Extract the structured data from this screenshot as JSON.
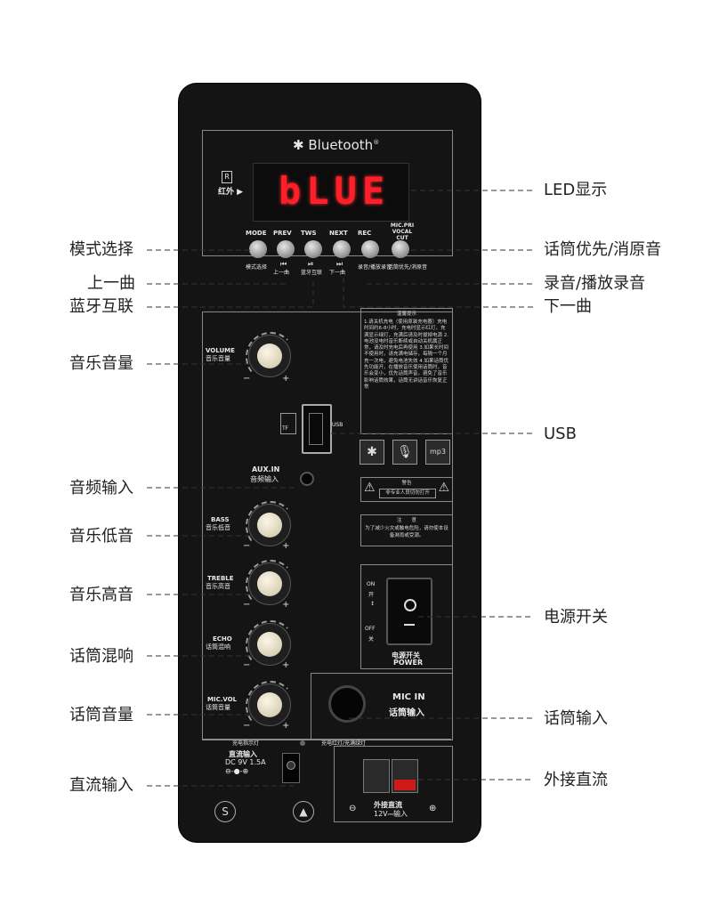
{
  "callouts_left": {
    "mode_select": "模式选择",
    "prev": "上一曲",
    "tws": "蓝牙互联",
    "music_volume": "音乐音量",
    "aux_in": "音频输入",
    "bass": "音乐低音",
    "treble": "音乐高音",
    "echo": "话筒混响",
    "mic_volume": "话筒音量",
    "dc_in": "直流输入"
  },
  "callouts_right": {
    "led": "LED显示",
    "vocal_cut": "话筒优先/消原音",
    "rec_play": "录音/播放录音",
    "next": "下一曲",
    "usb": "USB",
    "power_switch": "电源开关",
    "mic_in": "话筒输入",
    "ext_dc": "外接直流"
  },
  "panel": {
    "bluetooth_brand": "Bluetooth",
    "registered": "®",
    "ir_label": "红外 ▶",
    "led_text": "bLUE",
    "buttons": [
      {
        "top": "MODE",
        "bottom": "模式选择",
        "icon": ""
      },
      {
        "top": "PREV",
        "bottom": "上一曲",
        "icon": "⏮"
      },
      {
        "top": "TWS",
        "bottom": "蓝牙互联",
        "icon": "⏯"
      },
      {
        "top": "NEXT",
        "bottom": "下一曲",
        "icon": "⏭"
      },
      {
        "top": "REC",
        "bottom": "录音/播放录音",
        "icon": ""
      },
      {
        "top": "MIC.PRI VOCAL CUT",
        "bottom": "话筒优先/消原音",
        "icon": ""
      }
    ],
    "volume_en": "VOLUME",
    "volume_cn": "音乐音量",
    "aux_en": "AUX.IN",
    "aux_cn": "音频输入",
    "bass_en": "BASS",
    "bass_cn": "音乐低音",
    "treble_en": "TREBLE",
    "treble_cn": "音乐高音",
    "echo_en": "ECHO",
    "echo_cn": "话筒混响",
    "micvol_en": "MIC.VOL",
    "micvol_cn": "话筒音量",
    "minus": "−",
    "plus": "+",
    "notice_title": "温馨提示",
    "notice_body": "1.请关机充电（使用原装充电器）充电时间约6-8小时，充电时显示红灯，充满显示绿灯，充满后请及时拔掉电源 2.电池没电时音乐断续或自动关机属正常，请及时充电后再使用 3.如果长时间不使用时，请充满电储存，每隔一个月充一次电，避免电池失效 4.如果话筒优先功能开，在播放音乐使用话筒时，音乐会变小，优先话筒声音，避免了音乐影响话筒效果，话筒无讲话音乐恢复正常",
    "warning_title": "警告",
    "warning_text": "非专业人员切勿打开",
    "caution_title": "注　　意",
    "caution_text": "为了减少火灾或触电危险，请勿使本设备淋雨或受潮。",
    "on_label": "ON",
    "on_cn": "开",
    "off_label": "OFF",
    "off_cn": "关",
    "power_cn": "电源开关",
    "power_en": "POWER",
    "mic_in_en": "MIC IN",
    "mic_in_cn": "话筒输入",
    "charge_lamp": "充电指示灯",
    "charge_led_text": "充电红灯/充满绿灯",
    "dc_in_cn": "直流输入",
    "dc_spec": "DC 9V 1.5A",
    "ext_dc_cn": "外接直流",
    "ext_dc_spec": "12V⎓输入",
    "tf_label": "TF",
    "usb_label": "USB",
    "mp3_label": "mp3"
  }
}
